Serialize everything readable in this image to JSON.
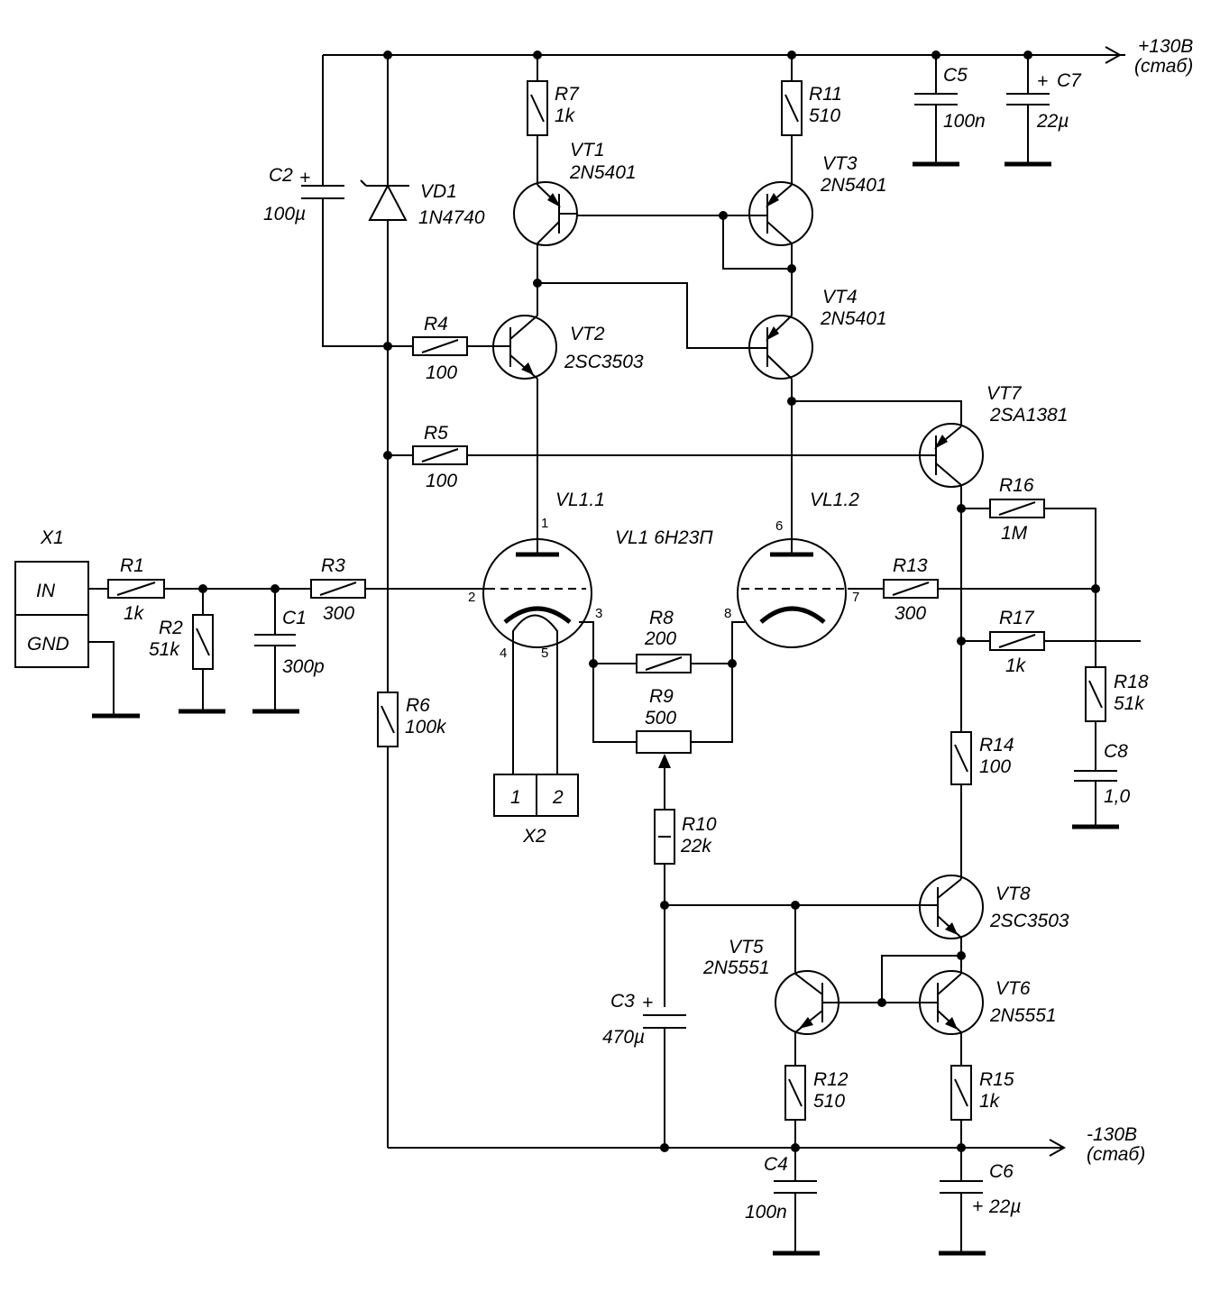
{
  "rails": {
    "pos_voltage": "+130В",
    "pos_note": "(стаб)",
    "neg_voltage": "-130В",
    "neg_note": "(стаб)"
  },
  "connectors": {
    "x1": {
      "ref": "X1",
      "pin_in": "IN",
      "pin_gnd": "GND"
    },
    "x2": {
      "ref": "X2",
      "pin1": "1",
      "pin2": "2"
    }
  },
  "tube": {
    "label": "VL1 6Н23П",
    "half1": "VL1.1",
    "half2": "VL1.2",
    "pins": {
      "p1": "1",
      "p2": "2",
      "p3": "3",
      "p4": "4",
      "p5": "5",
      "p6": "6",
      "p7": "7",
      "p8": "8"
    }
  },
  "resistors": {
    "r1": {
      "ref": "R1",
      "value": "1k"
    },
    "r2": {
      "ref": "R2",
      "value": "51k"
    },
    "r3": {
      "ref": "R3",
      "value": "300"
    },
    "r4": {
      "ref": "R4",
      "value": "100"
    },
    "r5": {
      "ref": "R5",
      "value": "100"
    },
    "r6": {
      "ref": "R6",
      "value": "100k"
    },
    "r7": {
      "ref": "R7",
      "value": "1k"
    },
    "r8": {
      "ref": "R8",
      "value": "200"
    },
    "r9": {
      "ref": "R9",
      "value": "500"
    },
    "r10": {
      "ref": "R10",
      "value": "22k"
    },
    "r11": {
      "ref": "R11",
      "value": "510"
    },
    "r12": {
      "ref": "R12",
      "value": "510"
    },
    "r13": {
      "ref": "R13",
      "value": "300"
    },
    "r14": {
      "ref": "R14",
      "value": "100"
    },
    "r15": {
      "ref": "R15",
      "value": "1k"
    },
    "r16": {
      "ref": "R16",
      "value": "1M"
    },
    "r17": {
      "ref": "R17",
      "value": "1k"
    },
    "r18": {
      "ref": "R18",
      "value": "51k"
    }
  },
  "capacitors": {
    "c1": {
      "ref": "C1",
      "value": "300p"
    },
    "c2": {
      "ref": "C2",
      "value": "100µ"
    },
    "c3": {
      "ref": "C3",
      "value": "470µ"
    },
    "c4": {
      "ref": "C4",
      "value": "100n"
    },
    "c5": {
      "ref": "C5",
      "value": "100n"
    },
    "c6": {
      "ref": "C6",
      "value": "22µ"
    },
    "c7": {
      "ref": "C7",
      "value": "22µ"
    },
    "c8": {
      "ref": "C8",
      "value": "1,0"
    }
  },
  "plus_sign": "+",
  "diodes": {
    "vd1": {
      "ref": "VD1",
      "part": "1N4740"
    }
  },
  "transistors": {
    "vt1": {
      "ref": "VT1",
      "part": "2N5401"
    },
    "vt2": {
      "ref": "VT2",
      "part": "2SC3503"
    },
    "vt3": {
      "ref": "VT3",
      "part": "2N5401"
    },
    "vt4": {
      "ref": "VT4",
      "part": "2N5401"
    },
    "vt5": {
      "ref": "VT5",
      "part": "2N5551"
    },
    "vt6": {
      "ref": "VT6",
      "part": "2N5551"
    },
    "vt7": {
      "ref": "VT7",
      "part": "2SA1381"
    },
    "vt8": {
      "ref": "VT8",
      "part": "2SC3503"
    }
  }
}
